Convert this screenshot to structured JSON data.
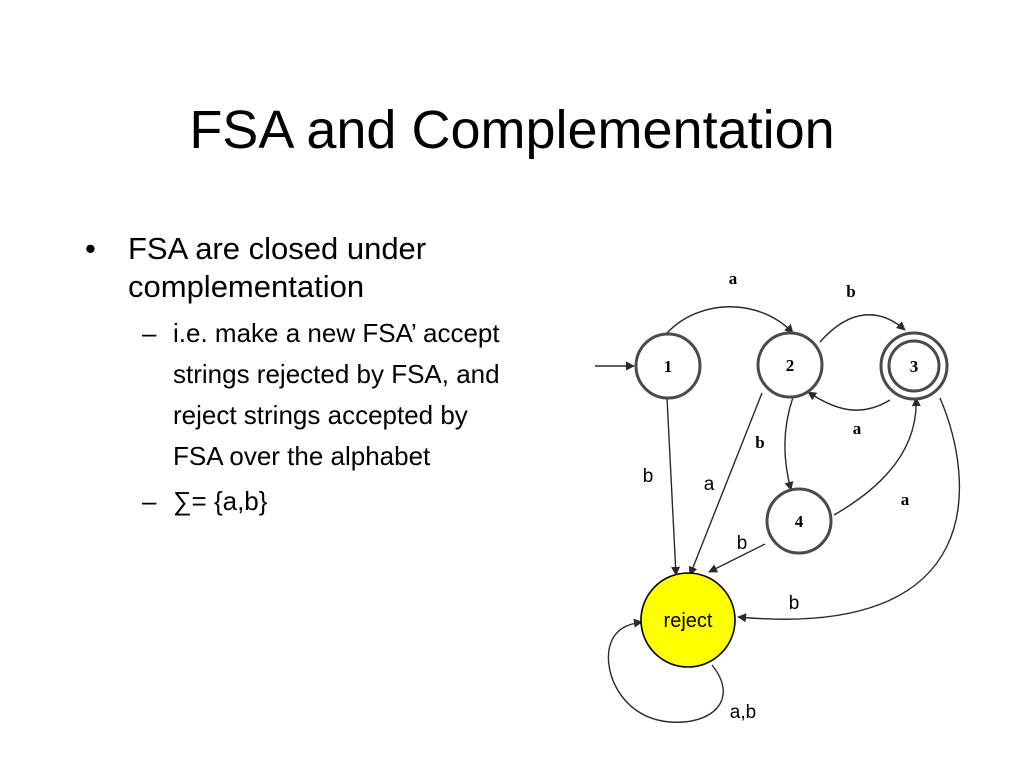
{
  "slide": {
    "title": "FSA and Complementation",
    "bullets": [
      {
        "marker": "•",
        "text": "FSA are closed under complementation",
        "subbullets": [
          {
            "marker": "–",
            "text": "i.e. make a new FSA’ accept strings rejected by FSA, and reject strings accepted by FSA over the alphabet"
          },
          {
            "marker": "–",
            "text": "∑= {a,b}"
          }
        ]
      }
    ]
  },
  "diagram": {
    "nodes": {
      "s1": "1",
      "s2": "2",
      "s3": "3",
      "s4": "4",
      "reject": "reject"
    },
    "accepting_state": "3",
    "start_state": "1",
    "reject_fill": "#ffff00",
    "edges": {
      "e12": "a",
      "e23": "b",
      "e32": "a",
      "e24": "b",
      "e43": "a",
      "e1r": "b",
      "e2r": "a",
      "e4r": "b",
      "e3r": "b",
      "err": "a,b"
    }
  }
}
